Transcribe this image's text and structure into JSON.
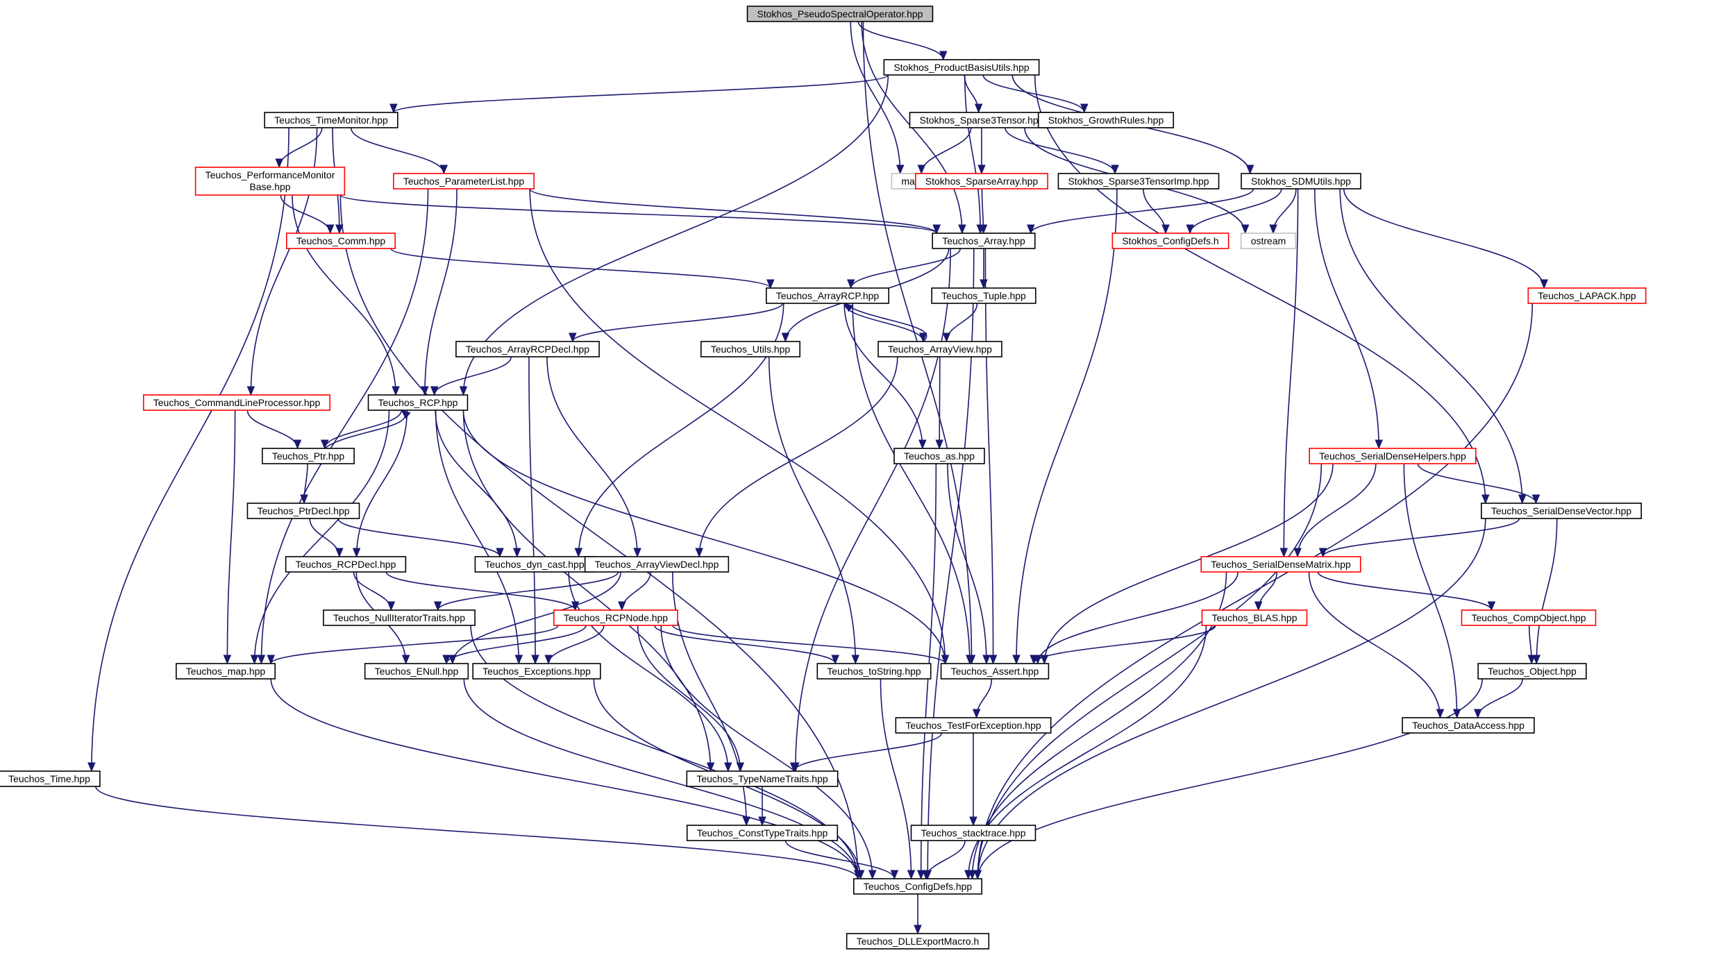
{
  "diagram": {
    "nodes": [
      {
        "id": "n0",
        "label": "Stokhos_PseudoSpectralOperator.hpp",
        "style": "root"
      },
      {
        "id": "n1",
        "label": "Stokhos_ProductBasisUtils.hpp",
        "style": "normal"
      },
      {
        "id": "n2",
        "label": "map",
        "style": "system"
      },
      {
        "id": "n3",
        "label": "Teuchos_TimeMonitor.hpp",
        "style": "normal"
      },
      {
        "id": "n4",
        "label": "Stokhos_Sparse3Tensor.hpp",
        "style": "normal"
      },
      {
        "id": "n5",
        "label": "Stokhos_GrowthRules.hpp",
        "style": "normal"
      },
      {
        "id": "n6",
        "label": [
          "Teuchos_PerformanceMonitor",
          "Base.hpp"
        ],
        "style": "red"
      },
      {
        "id": "n7",
        "label": "Teuchos_ParameterList.hpp",
        "style": "red"
      },
      {
        "id": "n8",
        "label": "Stokhos_SparseArray.hpp",
        "style": "red"
      },
      {
        "id": "n9",
        "label": "Stokhos_Sparse3TensorImp.hpp",
        "style": "normal"
      },
      {
        "id": "n10",
        "label": "Stokhos_SDMUtils.hpp",
        "style": "normal"
      },
      {
        "id": "n11",
        "label": "Teuchos_Comm.hpp",
        "style": "red"
      },
      {
        "id": "n12",
        "label": "Teuchos_Array.hpp",
        "style": "normal"
      },
      {
        "id": "n13",
        "label": "Stokhos_ConfigDefs.h",
        "style": "red"
      },
      {
        "id": "n14",
        "label": "ostream",
        "style": "system"
      },
      {
        "id": "n15",
        "label": "Teuchos_ArrayRCP.hpp",
        "style": "normal"
      },
      {
        "id": "n16",
        "label": "Teuchos_Tuple.hpp",
        "style": "normal"
      },
      {
        "id": "n17",
        "label": "Teuchos_LAPACK.hpp",
        "style": "red"
      },
      {
        "id": "n18",
        "label": "Teuchos_ArrayRCPDecl.hpp",
        "style": "normal"
      },
      {
        "id": "n19",
        "label": "Teuchos_Utils.hpp",
        "style": "normal"
      },
      {
        "id": "n20",
        "label": "Teuchos_ArrayView.hpp",
        "style": "normal"
      },
      {
        "id": "n21",
        "label": "Teuchos_CommandLineProcessor.hpp",
        "style": "red"
      },
      {
        "id": "n22",
        "label": "Teuchos_RCP.hpp",
        "style": "normal"
      },
      {
        "id": "n23",
        "label": "Teuchos_Ptr.hpp",
        "style": "normal"
      },
      {
        "id": "n24",
        "label": "Teuchos_as.hpp",
        "style": "normal"
      },
      {
        "id": "n25",
        "label": "Teuchos_SerialDenseHelpers.hpp",
        "style": "red"
      },
      {
        "id": "n26",
        "label": "Teuchos_PtrDecl.hpp",
        "style": "normal"
      },
      {
        "id": "n27",
        "label": "Teuchos_SerialDenseVector.hpp",
        "style": "normal"
      },
      {
        "id": "n28",
        "label": "Teuchos_RCPDecl.hpp",
        "style": "normal"
      },
      {
        "id": "n29",
        "label": "Teuchos_dyn_cast.hpp",
        "style": "normal"
      },
      {
        "id": "n30",
        "label": "Teuchos_ArrayViewDecl.hpp",
        "style": "normal"
      },
      {
        "id": "n31",
        "label": "Teuchos_SerialDenseMatrix.hpp",
        "style": "red"
      },
      {
        "id": "n32",
        "label": "Teuchos_NullIteratorTraits.hpp",
        "style": "normal"
      },
      {
        "id": "n33",
        "label": "Teuchos_RCPNode.hpp",
        "style": "red"
      },
      {
        "id": "n34",
        "label": "Teuchos_BLAS.hpp",
        "style": "red"
      },
      {
        "id": "n35",
        "label": "Teuchos_CompObject.hpp",
        "style": "red"
      },
      {
        "id": "n36",
        "label": "Teuchos_map.hpp",
        "style": "normal"
      },
      {
        "id": "n37",
        "label": "Teuchos_ENull.hpp",
        "style": "normal"
      },
      {
        "id": "n38",
        "label": "Teuchos_Exceptions.hpp",
        "style": "normal"
      },
      {
        "id": "n39",
        "label": "Teuchos_toString.hpp",
        "style": "normal"
      },
      {
        "id": "n40",
        "label": "Teuchos_Assert.hpp",
        "style": "normal"
      },
      {
        "id": "n41",
        "label": "Teuchos_Object.hpp",
        "style": "normal"
      },
      {
        "id": "n42",
        "label": "Teuchos_TestForException.hpp",
        "style": "normal"
      },
      {
        "id": "n43",
        "label": "Teuchos_DataAccess.hpp",
        "style": "normal"
      },
      {
        "id": "n44",
        "label": "Teuchos_Time.hpp",
        "style": "normal"
      },
      {
        "id": "n45",
        "label": "Teuchos_TypeNameTraits.hpp",
        "style": "normal"
      },
      {
        "id": "n46",
        "label": "Teuchos_ConstTypeTraits.hpp",
        "style": "normal"
      },
      {
        "id": "n47",
        "label": "Teuchos_stacktrace.hpp",
        "style": "normal"
      },
      {
        "id": "n48",
        "label": "Teuchos_ConfigDefs.hpp",
        "style": "normal"
      },
      {
        "id": "n49",
        "label": "Teuchos_DLLExportMacro.h",
        "style": "normal"
      }
    ],
    "edges": [
      [
        "n0",
        "n1"
      ],
      [
        "n0",
        "n2"
      ],
      [
        "n0",
        "n12"
      ],
      [
        "n0",
        "n40"
      ],
      [
        "n1",
        "n3"
      ],
      [
        "n1",
        "n4"
      ],
      [
        "n1",
        "n5"
      ],
      [
        "n1",
        "n10"
      ],
      [
        "n1",
        "n12"
      ],
      [
        "n1",
        "n22"
      ],
      [
        "n1",
        "n27"
      ],
      [
        "n4",
        "n2"
      ],
      [
        "n4",
        "n8"
      ],
      [
        "n4",
        "n9"
      ],
      [
        "n4",
        "n14"
      ],
      [
        "n8",
        "n12"
      ],
      [
        "n9",
        "n13"
      ],
      [
        "n9",
        "n40"
      ],
      [
        "n10",
        "n12"
      ],
      [
        "n10",
        "n13"
      ],
      [
        "n10",
        "n14"
      ],
      [
        "n10",
        "n17"
      ],
      [
        "n10",
        "n25"
      ],
      [
        "n10",
        "n27"
      ],
      [
        "n10",
        "n31"
      ],
      [
        "n3",
        "n6"
      ],
      [
        "n3",
        "n7"
      ],
      [
        "n3",
        "n11"
      ],
      [
        "n3",
        "n21"
      ],
      [
        "n3",
        "n44"
      ],
      [
        "n6",
        "n11"
      ],
      [
        "n6",
        "n12"
      ],
      [
        "n6",
        "n22"
      ],
      [
        "n6",
        "n48"
      ],
      [
        "n7",
        "n12"
      ],
      [
        "n7",
        "n22"
      ],
      [
        "n7",
        "n36"
      ],
      [
        "n7",
        "n40"
      ],
      [
        "n11",
        "n15"
      ],
      [
        "n12",
        "n15"
      ],
      [
        "n12",
        "n16"
      ],
      [
        "n12",
        "n19"
      ],
      [
        "n12",
        "n40"
      ],
      [
        "n12",
        "n45"
      ],
      [
        "n12",
        "n48"
      ],
      [
        "n15",
        "n18"
      ],
      [
        "n15",
        "n20"
      ],
      [
        "n15",
        "n24"
      ],
      [
        "n15",
        "n29"
      ],
      [
        "n15",
        "n40"
      ],
      [
        "n16",
        "n20"
      ],
      [
        "n18",
        "n22"
      ],
      [
        "n18",
        "n30"
      ],
      [
        "n18",
        "n38"
      ],
      [
        "n19",
        "n39"
      ],
      [
        "n20",
        "n15"
      ],
      [
        "n20",
        "n24"
      ],
      [
        "n20",
        "n30"
      ],
      [
        "n21",
        "n23"
      ],
      [
        "n21",
        "n36"
      ],
      [
        "n22",
        "n23"
      ],
      [
        "n22",
        "n28"
      ],
      [
        "n22",
        "n29"
      ],
      [
        "n22",
        "n36"
      ],
      [
        "n22",
        "n38"
      ],
      [
        "n22",
        "n40"
      ],
      [
        "n22",
        "n45"
      ],
      [
        "n23",
        "n22"
      ],
      [
        "n23",
        "n26"
      ],
      [
        "n26",
        "n28"
      ],
      [
        "n26",
        "n29"
      ],
      [
        "n24",
        "n40"
      ],
      [
        "n24",
        "n48"
      ],
      [
        "n28",
        "n32"
      ],
      [
        "n28",
        "n33"
      ],
      [
        "n28",
        "n37"
      ],
      [
        "n29",
        "n45"
      ],
      [
        "n30",
        "n32"
      ],
      [
        "n30",
        "n33"
      ],
      [
        "n30",
        "n37"
      ],
      [
        "n30",
        "n46"
      ],
      [
        "n33",
        "n36"
      ],
      [
        "n33",
        "n37"
      ],
      [
        "n33",
        "n38"
      ],
      [
        "n33",
        "n39"
      ],
      [
        "n33",
        "n40"
      ],
      [
        "n33",
        "n45"
      ],
      [
        "n33",
        "n48"
      ],
      [
        "n25",
        "n27"
      ],
      [
        "n25",
        "n31"
      ],
      [
        "n25",
        "n40"
      ],
      [
        "n25",
        "n43"
      ],
      [
        "n25",
        "n48"
      ],
      [
        "n27",
        "n31"
      ],
      [
        "n27",
        "n41"
      ],
      [
        "n27",
        "n48"
      ],
      [
        "n31",
        "n34"
      ],
      [
        "n31",
        "n35"
      ],
      [
        "n31",
        "n40"
      ],
      [
        "n31",
        "n43"
      ],
      [
        "n31",
        "n48"
      ],
      [
        "n34",
        "n40"
      ],
      [
        "n34",
        "n48"
      ],
      [
        "n35",
        "n41"
      ],
      [
        "n41",
        "n43"
      ],
      [
        "n41",
        "n48"
      ],
      [
        "n40",
        "n42"
      ],
      [
        "n42",
        "n45"
      ],
      [
        "n42",
        "n47"
      ],
      [
        "n45",
        "n46"
      ],
      [
        "n46",
        "n48"
      ],
      [
        "n47",
        "n48"
      ],
      [
        "n36",
        "n48"
      ],
      [
        "n37",
        "n48"
      ],
      [
        "n38",
        "n48"
      ],
      [
        "n39",
        "n48"
      ],
      [
        "n32",
        "n48"
      ],
      [
        "n44",
        "n48"
      ],
      [
        "n17",
        "n48"
      ],
      [
        "n48",
        "n49"
      ]
    ]
  },
  "colors": {
    "edge": "#191970",
    "root_fill": "#bfbfbf",
    "normal_border": "#000000",
    "red_border": "#ff0000",
    "system_border": "#bfbfbf",
    "text": "#000000",
    "background": "#ffffff"
  }
}
